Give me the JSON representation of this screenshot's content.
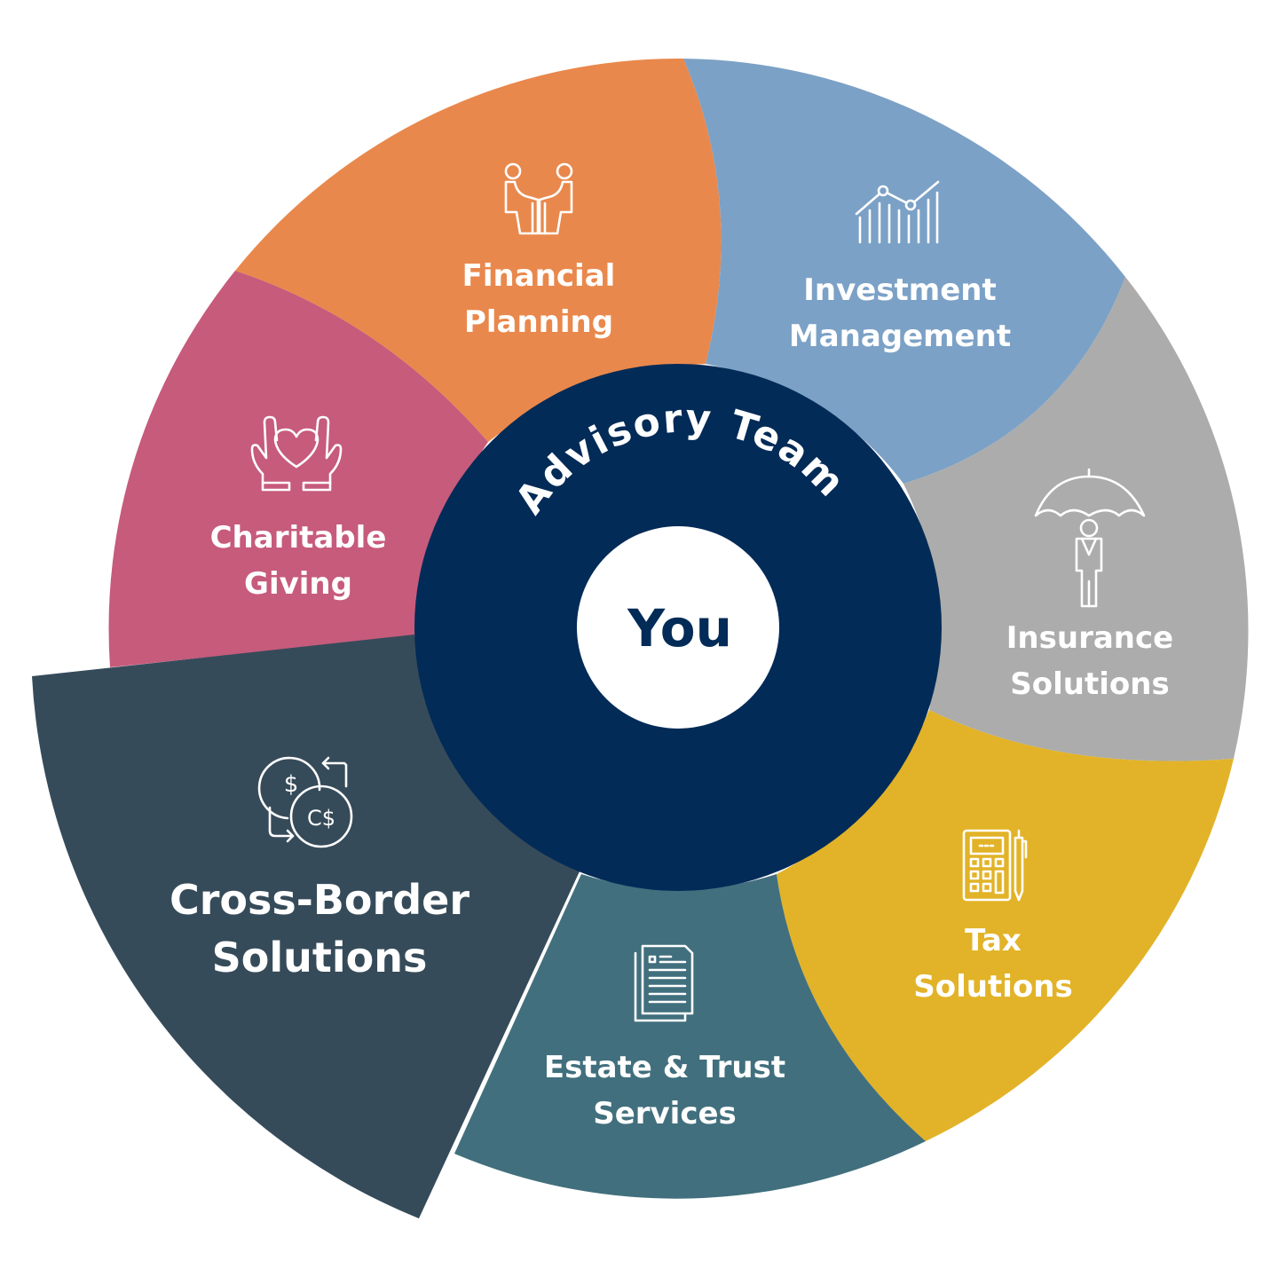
{
  "diagram": {
    "type": "service-wheel",
    "center": {
      "label": "You",
      "ring_label": "Advisory Team"
    },
    "segments": [
      {
        "id": "financial-planning",
        "line1": "Financial",
        "line2": "Planning",
        "icon": "meeting-icon",
        "color": "#e9884c"
      },
      {
        "id": "investment-management",
        "line1": "Investment",
        "line2": "Management",
        "icon": "growth-chart-icon",
        "color": "#7ca1c6"
      },
      {
        "id": "insurance-solutions",
        "line1": "Insurance",
        "line2": "Solutions",
        "icon": "umbrella-person-icon",
        "color": "#abacab"
      },
      {
        "id": "tax-solutions",
        "line1": "Tax",
        "line2": "Solutions",
        "icon": "calculator-pen-icon",
        "color": "#e2b328"
      },
      {
        "id": "estate-trust-services",
        "line1": "Estate & Trust",
        "line2": "Services",
        "icon": "documents-icon",
        "color": "#416f7d"
      },
      {
        "id": "cross-border-solutions",
        "line1": "Cross-Border",
        "line2": "Solutions",
        "icon": "currency-exchange-icon",
        "color": "#364b5a",
        "highlighted": true
      },
      {
        "id": "charitable-giving",
        "line1": "Charitable",
        "line2": "Giving",
        "icon": "hands-heart-icon",
        "color": "#c65b7c"
      }
    ],
    "colors": {
      "ring": "#032b57",
      "inner": "#ffffff",
      "text": "#ffffff"
    }
  }
}
